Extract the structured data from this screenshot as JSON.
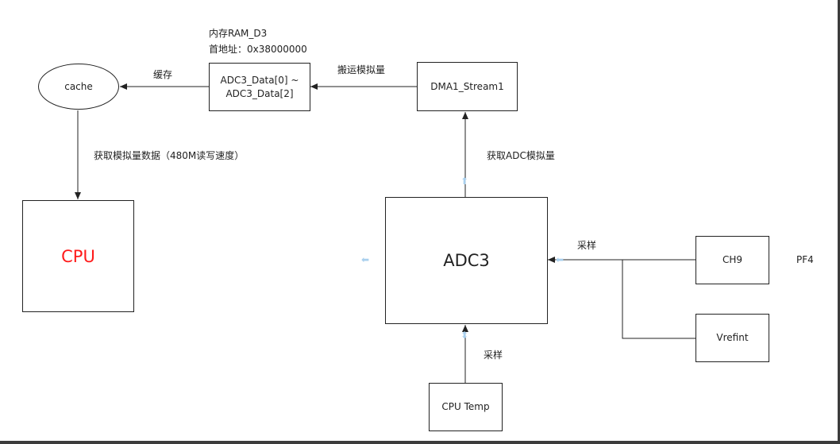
{
  "nodes": {
    "cache": "cache",
    "adc_data_line1": "ADC3_Data[0] ~",
    "adc_data_line2": "ADC3_Data[2]",
    "dma": "DMA1_Stream1",
    "cpu": "CPU",
    "adc3": "ADC3",
    "ch9": "CH9",
    "vrefint": "Vrefint",
    "cpu_temp": "CPU Temp"
  },
  "annotations": {
    "ram_line1": "内存RAM_D3",
    "ram_line2": "首地址：0x38000000",
    "pf4": "PF4"
  },
  "edge_labels": {
    "cache_label": "缓存",
    "transfer_label": "搬运模拟量",
    "fetch_data_label": "获取模拟量数据（480M读写速度）",
    "get_adc_label": "获取ADC模拟量",
    "sample_label_right": "采样",
    "sample_label_bottom": "采样"
  },
  "colors": {
    "cpu_text": "#ff1a1a",
    "line": "#222222",
    "hint_arrows": "#a9d0ee"
  }
}
